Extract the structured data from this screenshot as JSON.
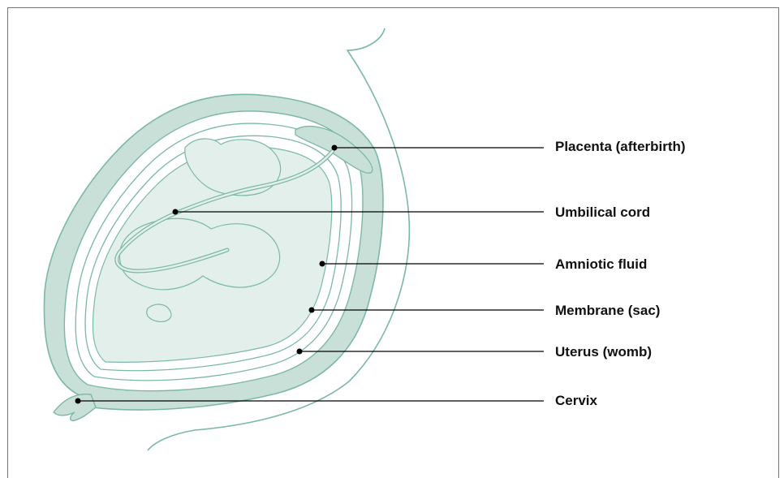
{
  "labels": [
    {
      "id": "placenta",
      "text": "Placenta (afterbirth)"
    },
    {
      "id": "umbilical-cord",
      "text": "Umbilical cord"
    },
    {
      "id": "amniotic-fluid",
      "text": "Amniotic fluid"
    },
    {
      "id": "membrane",
      "text": "Membrane (sac)"
    },
    {
      "id": "uterus",
      "text": "Uterus (womb)"
    },
    {
      "id": "cervix",
      "text": "Cervix"
    }
  ],
  "colors": {
    "frame": "#3f8f7d",
    "outline": "#7cb8a8",
    "fill": "#c9e0d8",
    "fill_light": "#e2efea",
    "leader": "#000000"
  }
}
